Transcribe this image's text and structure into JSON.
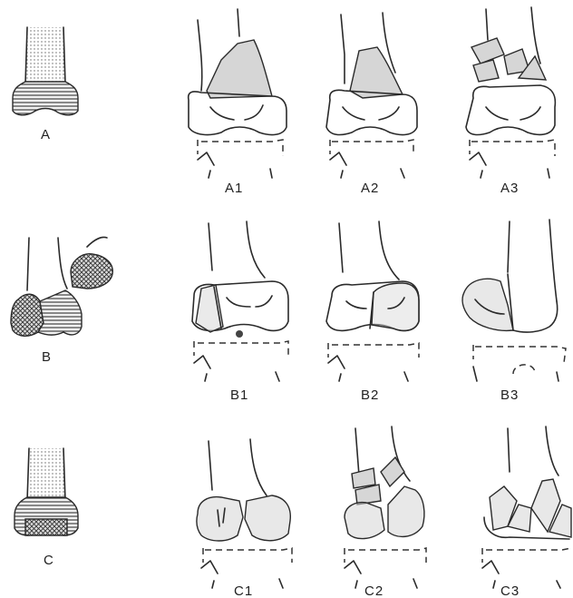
{
  "figure": {
    "rows": [
      {
        "key": "A",
        "reference_label": "A",
        "variants": [
          "A1",
          "A2",
          "A3"
        ]
      },
      {
        "key": "B",
        "reference_label": "B",
        "variants": [
          "B1",
          "B2",
          "B3"
        ]
      },
      {
        "key": "C",
        "reference_label": "C",
        "variants": [
          "C1",
          "C2",
          "C3"
        ]
      }
    ]
  }
}
